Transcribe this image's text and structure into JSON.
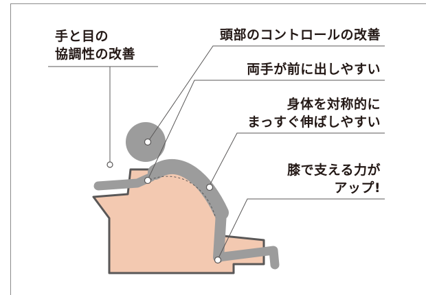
{
  "labels": {
    "hand_eye": [
      "手と目の",
      "協調性の改善"
    ],
    "head_control": [
      "頭部のコントロールの改善"
    ],
    "hands_forward": [
      "両手が前に出しやすい"
    ],
    "body_extend": [
      "身体を対称的に",
      "まっすぐ伸ばしやすい"
    ],
    "knee_power": [
      "膝で支える力が",
      "アップ!"
    ]
  },
  "colors": {
    "cushion_fill": "#f3c9b1",
    "cushion_stroke": "#595757",
    "figure": "#9c9c9c",
    "leader_line": "#595757",
    "text": "#231815"
  }
}
